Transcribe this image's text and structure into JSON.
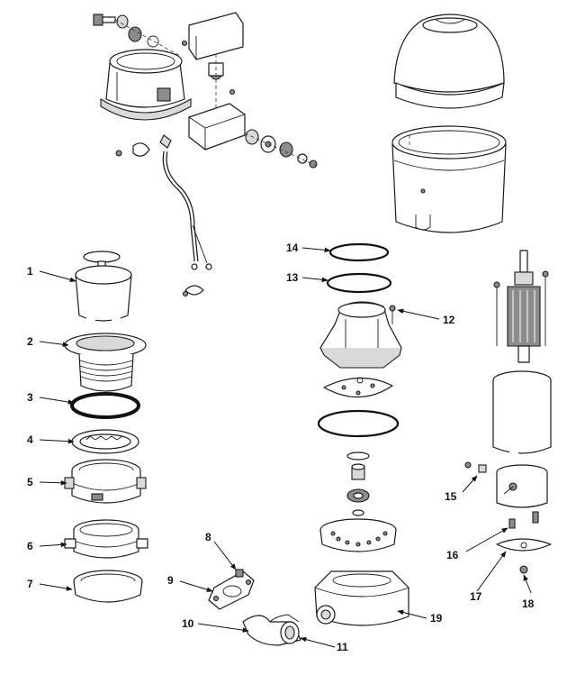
{
  "callouts": [
    {
      "id": "1",
      "label": "1"
    },
    {
      "id": "2",
      "label": "2"
    },
    {
      "id": "3",
      "label": "3"
    },
    {
      "id": "4",
      "label": "4"
    },
    {
      "id": "5",
      "label": "5"
    },
    {
      "id": "6",
      "label": "6"
    },
    {
      "id": "7",
      "label": "7"
    },
    {
      "id": "8",
      "label": "8"
    },
    {
      "id": "9",
      "label": "9"
    },
    {
      "id": "10",
      "label": "10"
    },
    {
      "id": "11",
      "label": "11"
    },
    {
      "id": "12",
      "label": "12"
    },
    {
      "id": "13",
      "label": "13"
    },
    {
      "id": "14",
      "label": "14"
    },
    {
      "id": "15",
      "label": "15"
    },
    {
      "id": "16",
      "label": "16"
    },
    {
      "id": "17",
      "label": "17"
    },
    {
      "id": "18",
      "label": "18"
    },
    {
      "id": "19",
      "label": "19"
    }
  ],
  "colors": {
    "line": "#1a1a1a",
    "shade": "#d9d9d9",
    "background": "#ffffff"
  }
}
